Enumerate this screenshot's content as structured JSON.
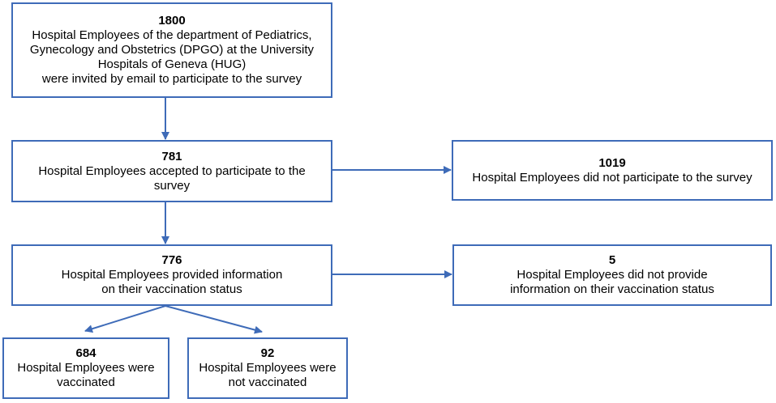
{
  "boxes": {
    "invited": {
      "count": "1800",
      "text": "Hospital Employees of the department of Pediatrics,\nGynecology and Obstetrics (DPGO) at the University\nHospitals of Geneva (HUG)\nwere invited by email to participate to the survey"
    },
    "accepted": {
      "count": "781",
      "text": "Hospital Employees accepted to participate to the\nsurvey"
    },
    "not_participated": {
      "count": "1019",
      "text": "Hospital Employees did not participate to the survey"
    },
    "provided_info": {
      "count": "776",
      "text": "Hospital Employees provided information\non their vaccination status"
    },
    "no_info": {
      "count": "5",
      "text": "Hospital Employees did not provide\ninformation on their vaccination status"
    },
    "vaccinated": {
      "count": "684",
      "text": "Hospital Employees were\nvaccinated"
    },
    "not_vaccinated": {
      "count": "92",
      "text": "Hospital Employees were\nnot vaccinated"
    }
  },
  "colors": {
    "border": "#3e6bb8",
    "arrow": "#3e6bb8"
  }
}
